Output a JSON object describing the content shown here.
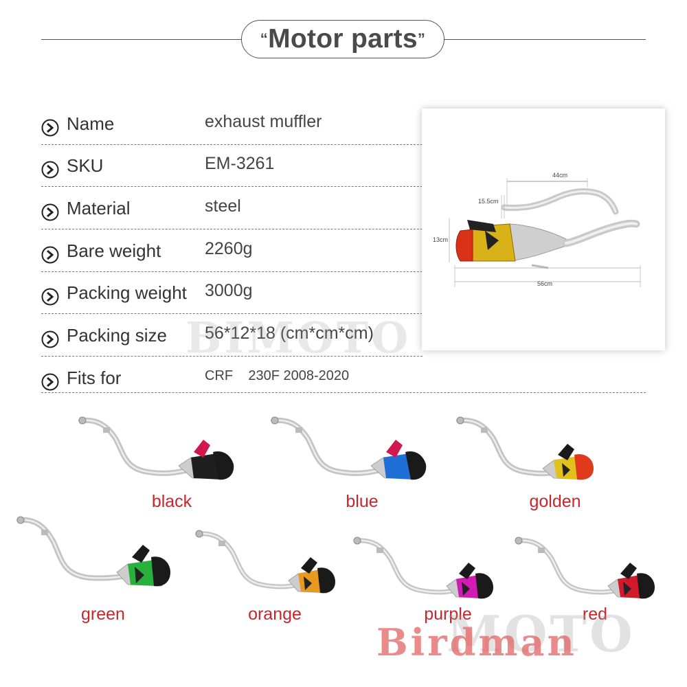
{
  "header": {
    "title": "Motor parts",
    "open_quote": "“",
    "close_quote": "”"
  },
  "specs": [
    {
      "label": "Name",
      "value": "exhaust muffler"
    },
    {
      "label": "SKU",
      "value": "EM-3261"
    },
    {
      "label": "Material",
      "value": "steel"
    },
    {
      "label": "Bare weight",
      "value": "2260g"
    },
    {
      "label": "Packing weight",
      "value": "3000g"
    },
    {
      "label": "Packing size",
      "value": "56*12*18  (cm*cm*cm)"
    },
    {
      "label": "Fits for",
      "value": "CRF    230F 2008-2020"
    }
  ],
  "dimensions": {
    "length_top": "44cm",
    "height_pipe": "15.5cm",
    "height_muffler": "13cm",
    "length_total": "56cm"
  },
  "variants": [
    {
      "label": "black",
      "color": "#1f1f1f"
    },
    {
      "label": "blue",
      "color": "#1f6fd6"
    },
    {
      "label": "golden",
      "color": "#e2c21a"
    },
    {
      "label": "green",
      "color": "#27b03a"
    },
    {
      "label": "orange",
      "color": "#e89a1e"
    },
    {
      "label": "purple",
      "color": "#d21ab4"
    },
    {
      "label": "red",
      "color": "#d0192a"
    }
  ],
  "watermarks": {
    "brand": "Birdman",
    "moto": "MOTO",
    "center": "BIMOTO"
  },
  "colors": {
    "accent_text": "#c8262b",
    "bracket": "#d0184f"
  }
}
